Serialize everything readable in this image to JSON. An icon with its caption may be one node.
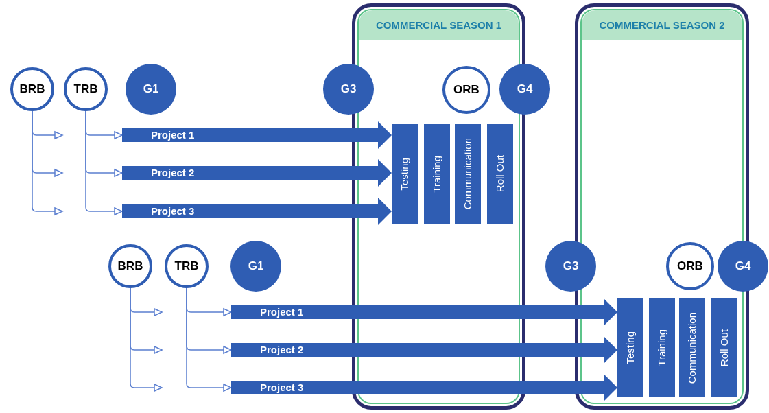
{
  "diagram": {
    "nodes": [
      {
        "text": [
          "COMMERCIAL SEASON 1"
        ]
      },
      {
        "text": [
          "COMMERCIAL SEASON 2"
        ]
      },
      {
        "text": [
          "BRB"
        ]
      },
      {
        "text": [
          "TRB"
        ]
      },
      {
        "text": [
          "G1"
        ]
      },
      {
        "text": [
          "G3"
        ]
      },
      {
        "text": [
          "ORB"
        ],
        "in": 0
      },
      {
        "text": [
          "G4"
        ]
      },
      {
        "text": [
          "Project 1"
        ]
      },
      {
        "text": [
          "Project 2"
        ]
      },
      {
        "text": [
          "Project 3"
        ]
      },
      {
        "text": [
          "Testing"
        ],
        "in": 0
      },
      {
        "text": [
          "Training"
        ],
        "in": 0
      },
      {
        "text": [
          "Communication"
        ],
        "in": 0
      },
      {
        "text": [
          "Roll Out"
        ],
        "in": 0
      },
      {
        "text": [
          "BRB"
        ]
      },
      {
        "text": [
          "TRB"
        ]
      },
      {
        "text": [
          "G1"
        ]
      },
      {
        "text": [
          "G3"
        ]
      },
      {
        "text": [
          "ORB"
        ],
        "in": 1
      },
      {
        "text": [
          "G4"
        ]
      },
      {
        "text": [
          "Project 1"
        ]
      },
      {
        "text": [
          "Project 2"
        ]
      },
      {
        "text": [
          "Project 3"
        ]
      },
      {
        "text": [
          "Testing"
        ],
        "in": 1
      },
      {
        "text": [
          "Training"
        ],
        "in": 1
      },
      {
        "text": [
          "Communication"
        ],
        "in": 1
      },
      {
        "text": [
          "Roll Out"
        ],
        "in": 1
      }
    ],
    "edges": [
      {
        "from": 2,
        "to": null,
        "arrow": "to"
      },
      {
        "from": 2,
        "to": null,
        "arrow": "to"
      },
      {
        "from": 2,
        "to": null,
        "arrow": "to"
      },
      {
        "from": 3,
        "to": 8,
        "arrow": "to"
      },
      {
        "from": 3,
        "to": 9,
        "arrow": "to"
      },
      {
        "from": 3,
        "to": 10,
        "arrow": "to"
      },
      {
        "from": 8,
        "to": 11,
        "arrow": "to",
        "style": "thick",
        "color": "#2f5db3"
      },
      {
        "from": 9,
        "to": 11,
        "arrow": "to",
        "style": "thick",
        "color": "#2f5db3"
      },
      {
        "from": 10,
        "to": 11,
        "arrow": "to",
        "style": "thick",
        "color": "#2f5db3"
      },
      {
        "from": 15,
        "to": null,
        "arrow": "to"
      },
      {
        "from": 15,
        "to": null,
        "arrow": "to"
      },
      {
        "from": 15,
        "to": null,
        "arrow": "to"
      },
      {
        "from": 16,
        "to": 21,
        "arrow": "to"
      },
      {
        "from": 16,
        "to": 22,
        "arrow": "to"
      },
      {
        "from": 16,
        "to": 23,
        "arrow": "to"
      },
      {
        "from": 21,
        "to": 24,
        "arrow": "to",
        "style": "thick",
        "color": "#2f5db3"
      },
      {
        "from": 22,
        "to": 24,
        "arrow": "to",
        "style": "thick",
        "color": "#2f5db3"
      },
      {
        "from": 23,
        "to": 24,
        "arrow": "to",
        "style": "thick",
        "color": "#2f5db3"
      }
    ]
  }
}
